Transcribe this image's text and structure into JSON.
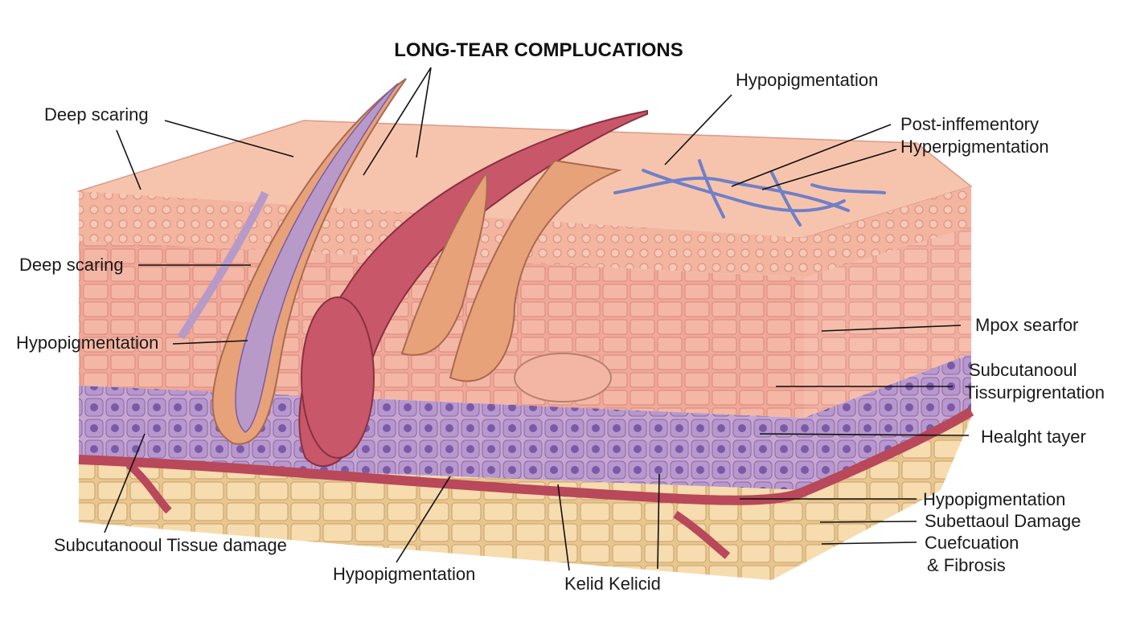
{
  "title": "LONG-TEAR COMPLUCATIONS",
  "labels": {
    "deep_scaring_top": "Deep scaring",
    "deep_scaring_mid": "Deep scaring",
    "hypopigmentation_left": "Hypopigmentation",
    "hypopigmentation_top": "Hypopigmentation",
    "post_inflammatory_line1": "Post-inffementory",
    "post_inflammatory_line2": "Hyperpigmentation",
    "mpox_scar": "Mpox searfor",
    "subcutaneous_right_line1": "Subcutanooul",
    "subcutaneous_right_line2": "Tissurpigrentation",
    "height_layer": "Healght tayer",
    "hypopigmentation_right": "Hypopigmentation",
    "subcutaneous_damage_right": "Subettaoul Damage",
    "cuefcuation_line1": "Cuefcuation",
    "cuefcuation_line2": "& Fibrosis",
    "subcutaneous_bottom": "Subcutanooul Tissue damage",
    "hypopigmentation_bottom": "Hypopigmentation",
    "keloid": "Kelid Kelicid"
  },
  "colors": {
    "epidermis": "#f2b8a0",
    "dermis": "#f0a898",
    "basal_layer": "#b89ac8",
    "vessel": "#b8485a",
    "fat": "#f3d9a8",
    "surface": "#f6c4ad",
    "follicle": "#e8a27a",
    "pigment_veins": "#7080c8"
  }
}
